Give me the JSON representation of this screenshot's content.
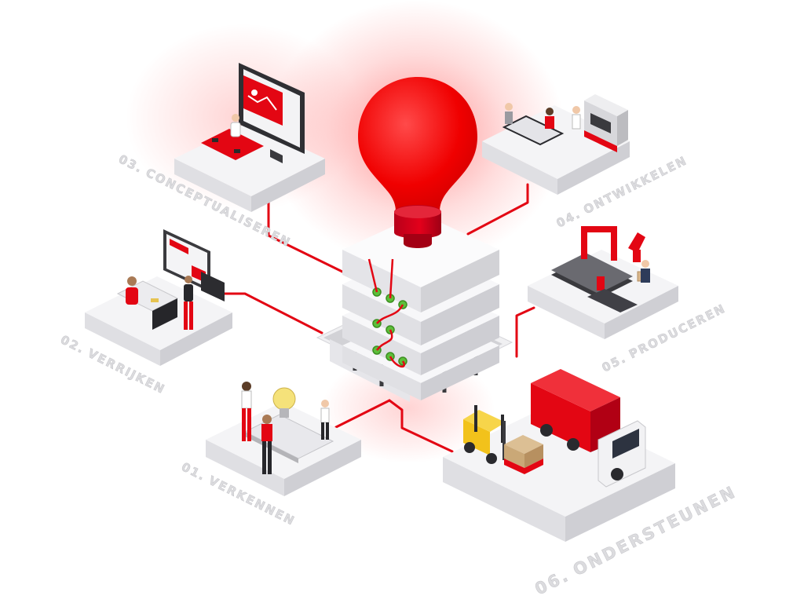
{
  "stages": [
    {
      "number": "01.",
      "name": "VERKENNEN"
    },
    {
      "number": "02.",
      "name": "VERRIJKEN"
    },
    {
      "number": "03.",
      "name": "CONCEPTUALISEREN"
    },
    {
      "number": "04.",
      "name": "ONTWIKKELEN"
    },
    {
      "number": "05.",
      "name": "PRODUCEREN"
    },
    {
      "number": "06.",
      "name": "ONDERSTEUNEN"
    }
  ],
  "colors": {
    "accent": "#e30613",
    "platform_top": "#f2f2f4",
    "platform_side": "#dcdce0",
    "label": "#d9d9dc",
    "connector_green": "#5cbf3a"
  }
}
